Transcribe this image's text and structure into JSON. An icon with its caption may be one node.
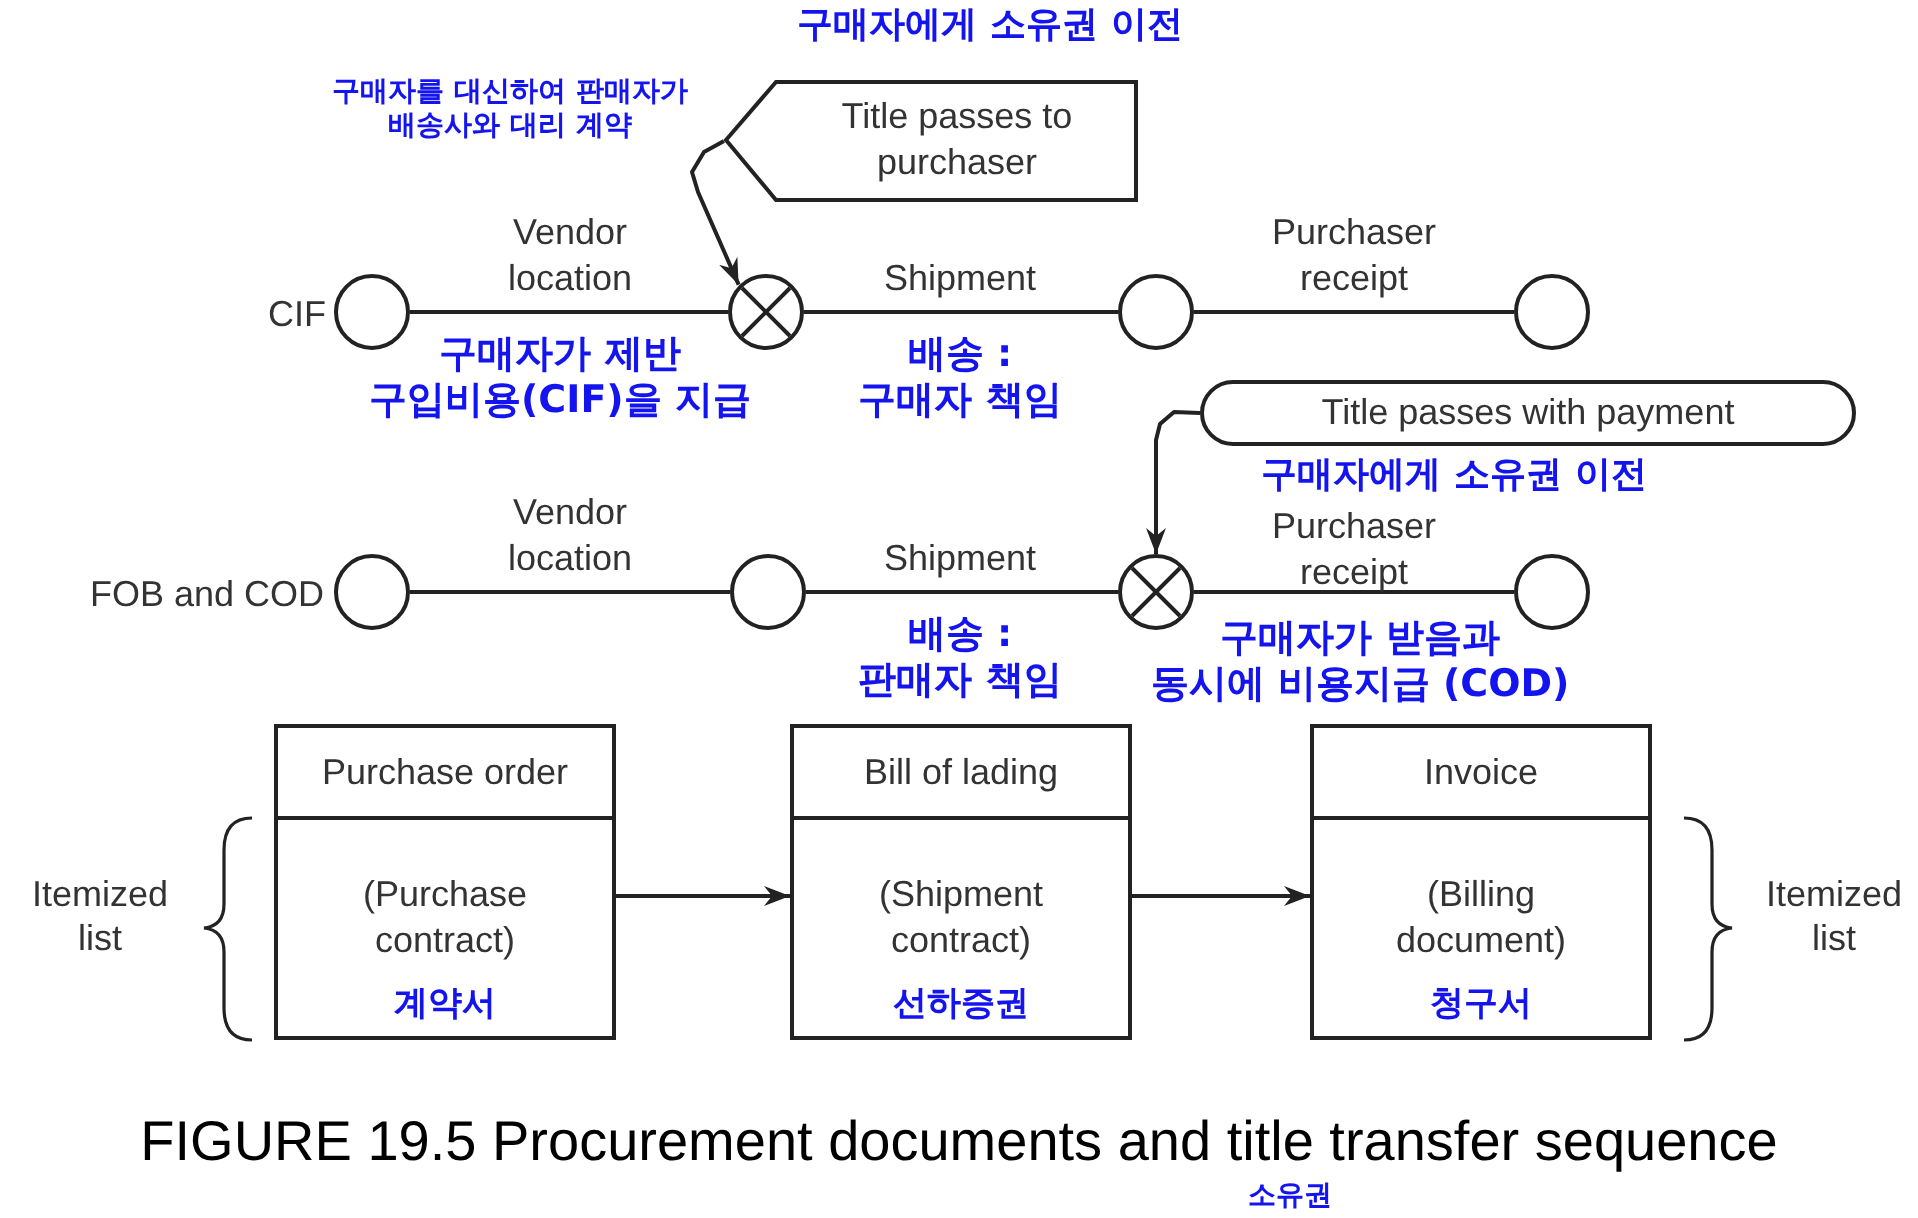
{
  "diagram": {
    "caption": "FIGURE 19.5 Procurement documents and title transfer sequence",
    "nodes": [
      {
        "text": [],
        "shape": "circle",
        "beside": [
          "CIF"
        ]
      },
      {
        "text": [],
        "shape": "circle"
      },
      {
        "text": [],
        "shape": "circle"
      },
      {
        "text": [],
        "shape": "circle"
      },
      {
        "text": [
          "Title passes to purchaser"
        ],
        "beside": [
          "구매자에게 소유권 이전"
        ]
      },
      {
        "text": [
          "Title passes with payment"
        ],
        "beside": [
          "구매자에게 소유권 이전"
        ]
      },
      {
        "text": [],
        "shape": "circle",
        "beside": [
          "FOB and COD"
        ]
      },
      {
        "text": [],
        "shape": "circle"
      },
      {
        "text": [],
        "shape": "circle"
      },
      {
        "text": [],
        "shape": "circle"
      },
      {
        "text": [
          "Purchase order",
          "(Purchase contract)",
          "계약서"
        ]
      },
      {
        "text": [
          "Bill of lading",
          "(Shipment contract)",
          "선하증권"
        ]
      },
      {
        "text": [
          "Invoice",
          "(Billing document)",
          "청구서"
        ]
      }
    ],
    "edges": [
      {
        "from": 0,
        "to": 1,
        "arrow": "none",
        "label": "Vendor location"
      },
      {
        "from": 1,
        "to": 2,
        "arrow": "none",
        "label": "Shipment"
      },
      {
        "from": 2,
        "to": 3,
        "arrow": "none",
        "label": "Purchaser receipt"
      },
      {
        "from": 6,
        "to": 7,
        "arrow": "none",
        "label": "Vendor location"
      },
      {
        "from": 7,
        "to": 8,
        "arrow": "none",
        "label": "Shipment"
      },
      {
        "from": 8,
        "to": 9,
        "arrow": "none",
        "label": "Purchaser receipt"
      },
      {
        "from": 4,
        "to": 1,
        "arrow": "to"
      },
      {
        "from": 5,
        "to": 8,
        "arrow": "to"
      },
      {
        "from": 10,
        "to": 11,
        "arrow": "to"
      },
      {
        "from": 11,
        "to": 12,
        "arrow": "to"
      }
    ],
    "labels": [
      "구매자를 대신하여 판매자가 배송사와 대리 계약",
      "구매자가 제반 구입비용(CIF)을 지급",
      "배송 : 구매자 책임",
      "배송 : 판매자 책임",
      "구매자가 받음과 동시에 비용지급 (COD)",
      "Itemized list",
      "Itemized list",
      "소유권"
    ]
  }
}
